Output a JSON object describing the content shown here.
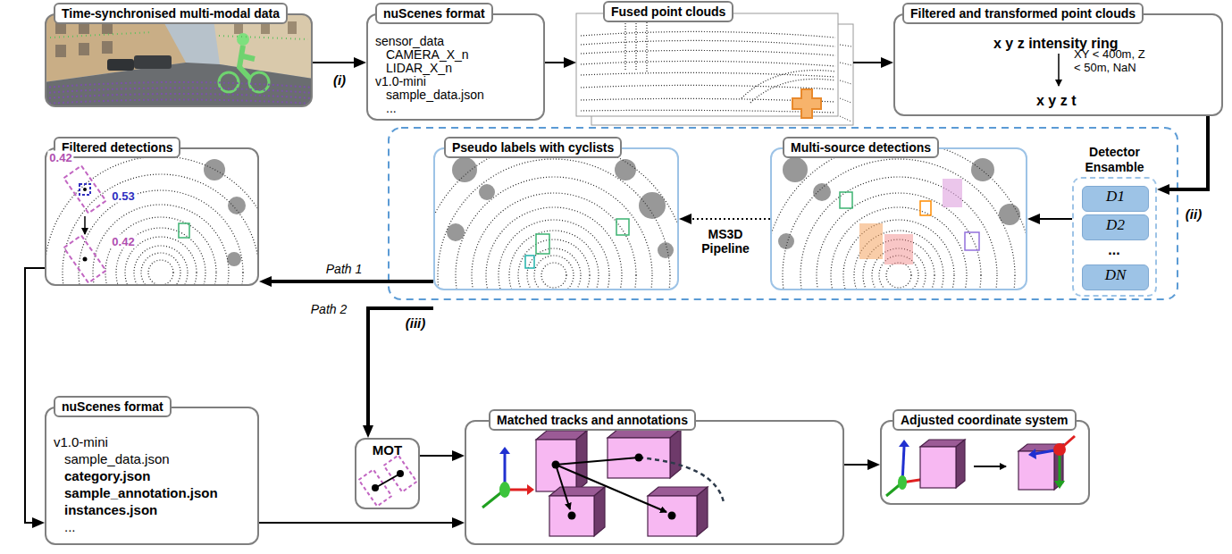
{
  "diagram": {
    "nodes": [
      {
        "text": [
          "Time-synchronised multi-modal data"
        ]
      },
      {
        "text": [
          "nuScenes format",
          "sensor_data",
          "CAMERA_X_n",
          "LIDAR_X_n",
          "v1.0-mini",
          "sample_data.json",
          "..."
        ]
      },
      {
        "text": [
          "Fused point clouds"
        ]
      },
      {
        "text": [
          "Filtered and transformed point clouds",
          "x y z intensity ring",
          "XY < 400m, Z < 50m, NaN",
          "x y z t"
        ]
      },
      {
        "text": [
          "Detector Ensamble"
        ]
      },
      {
        "text": [
          "D1"
        ],
        "in": 4
      },
      {
        "text": [
          "D2"
        ],
        "in": 4
      },
      {
        "text": [
          "DN"
        ],
        "in": 4
      },
      {
        "text": [
          "Multi-source detections"
        ]
      },
      {
        "text": [
          "Pseudo labels with cyclists"
        ]
      },
      {
        "text": [
          "Filtered detections"
        ]
      },
      {
        "text": [
          "nuScenes format",
          "v1.0-mini",
          "sample_data.json",
          "category.json",
          "sample_annotation.json",
          "instances.json",
          "..."
        ]
      },
      {
        "text": [
          "MOT"
        ]
      },
      {
        "text": [
          "Matched tracks and annotations"
        ]
      },
      {
        "text": [
          "Adjusted coordinate system"
        ]
      }
    ],
    "edges": [
      {
        "from": 0,
        "to": 1,
        "arrow": "to",
        "label": "(i)"
      },
      {
        "from": 1,
        "to": 2,
        "arrow": "to"
      },
      {
        "from": 2,
        "to": 3,
        "arrow": "to"
      },
      {
        "from": 3,
        "to": 4,
        "arrow": "to",
        "label": "(ii)"
      },
      {
        "from": 4,
        "to": 8,
        "arrow": "to"
      },
      {
        "from": 8,
        "to": 9,
        "arrow": "to",
        "label": "MS3D Pipeline"
      },
      {
        "from": 9,
        "to": 10,
        "arrow": "to",
        "label": "Path 1"
      },
      {
        "from": 9,
        "to": 12,
        "arrow": "to",
        "label": "Path 2"
      },
      {
        "from": 10,
        "to": 11,
        "arrow": "to"
      },
      {
        "from": 11,
        "to": 13,
        "arrow": "to"
      },
      {
        "from": 12,
        "to": 13,
        "arrow": "to"
      },
      {
        "from": 13,
        "to": 14,
        "arrow": "to"
      }
    ],
    "labels": [
      "(iii)",
      "0.42",
      "0.53",
      "0.42",
      "..."
    ]
  }
}
